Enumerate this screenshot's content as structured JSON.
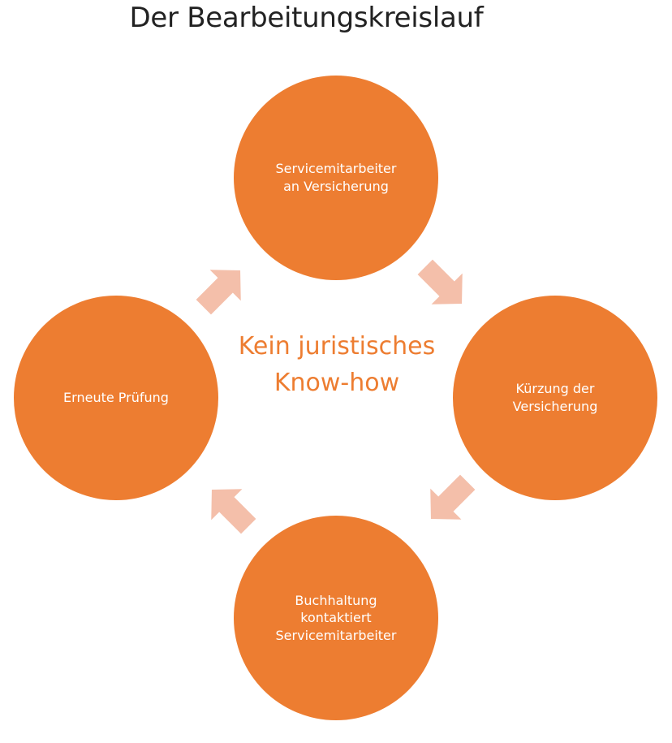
{
  "title": "Der Bearbeitungskreislauf",
  "center": {
    "line1": "Kein juristisches",
    "line2": "Know-how"
  },
  "nodes": [
    {
      "id": "top",
      "line1": "Servicemitarbeiter",
      "line2": "an Versicherung"
    },
    {
      "id": "right",
      "line1": "Kürzung der",
      "line2": "Versicherung"
    },
    {
      "id": "bottom",
      "line1": "Buchhaltung",
      "line2": "kontaktiert",
      "line3": "Servicemitarbeiter"
    },
    {
      "id": "left",
      "line1": "Erneute Prüfung"
    }
  ],
  "colors": {
    "circle": "#ED7D31",
    "arrow": "#F4BFAA",
    "center_text": "#ED7D31",
    "title_text": "#222222"
  }
}
